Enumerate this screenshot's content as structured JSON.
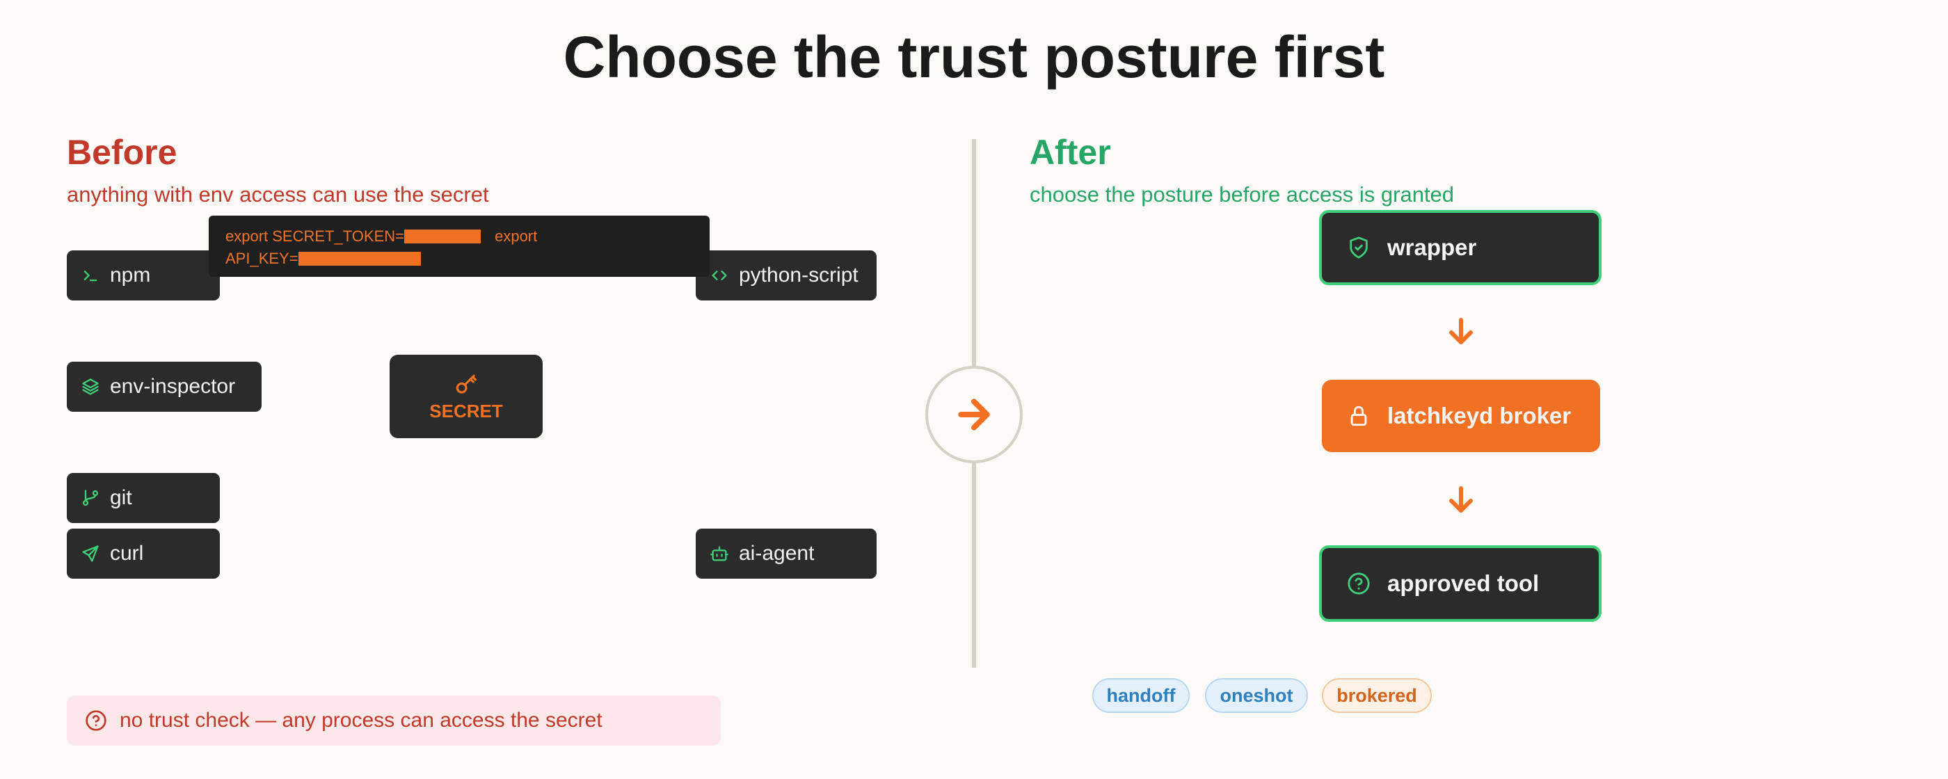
{
  "title": "Choose the trust posture first",
  "before": {
    "heading": "Before",
    "subtitle": "anything with env access can use the secret",
    "env_line1": "export SECRET_TOKEN=",
    "env_export2": "export",
    "env_line2": "API_KEY=",
    "processes": [
      {
        "label": "npm",
        "icon": "terminal-icon"
      },
      {
        "label": "python-script",
        "icon": "code-icon"
      },
      {
        "label": "env-inspector",
        "icon": "layers-icon"
      },
      {
        "label": "git",
        "icon": "git-branch-icon"
      },
      {
        "label": "curl",
        "icon": "send-icon"
      },
      {
        "label": "ai-agent",
        "icon": "robot-icon"
      }
    ],
    "secret_label": "SECRET",
    "warning": "no trust check — any process can access the secret"
  },
  "after": {
    "heading": "After",
    "subtitle": "choose the posture before access is granted",
    "steps": [
      {
        "label": "wrapper",
        "icon": "shield-check-icon"
      },
      {
        "label": "latchkeyd broker",
        "icon": "lock-icon"
      },
      {
        "label": "approved tool",
        "icon": "question-circle-icon"
      }
    ],
    "postures": [
      "handoff",
      "oneshot",
      "brokered"
    ]
  },
  "colors": {
    "before_red": "#c0392b",
    "after_green": "#27a567",
    "accent_orange": "#f07124",
    "chip_dark": "#2b2b2b"
  }
}
